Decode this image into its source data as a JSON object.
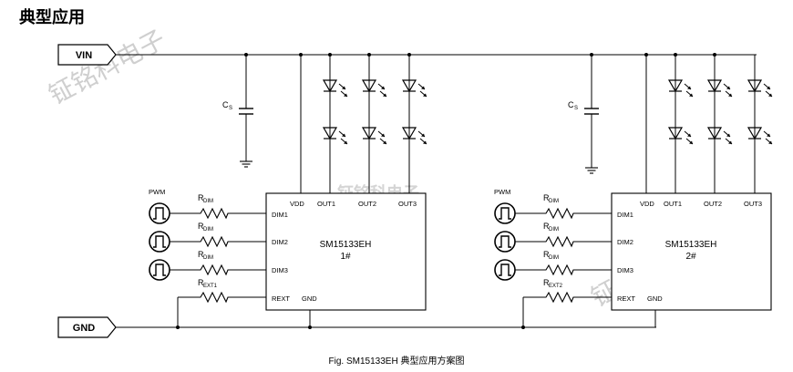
{
  "title": "典型应用",
  "caption": "Fig. SM15133EH 典型应用方案图",
  "rails": {
    "vin": "VIN",
    "gnd": "GND"
  },
  "watermark": "钲铭科电子",
  "circuit_left": {
    "cap_label": "C",
    "cap_sub": "S",
    "pwm_label": "PWM",
    "resistors": [
      {
        "main": "R",
        "sub": "DIM"
      },
      {
        "main": "R",
        "sub": "DIM"
      },
      {
        "main": "R",
        "sub": "DIM"
      },
      {
        "main": "R",
        "sub": "EXT1"
      }
    ],
    "chip": {
      "name": "SM15133EH",
      "index": "1#",
      "pins": [
        "VDD",
        "OUT1",
        "OUT2",
        "OUT3",
        "DIM1",
        "DIM2",
        "DIM3",
        "REXT",
        "GND"
      ]
    }
  },
  "circuit_right": {
    "cap_label": "C",
    "cap_sub": "S",
    "pwm_label": "PWM",
    "resistors": [
      {
        "main": "R",
        "sub": "DIM"
      },
      {
        "main": "R",
        "sub": "DIM"
      },
      {
        "main": "R",
        "sub": "DIM"
      },
      {
        "main": "R",
        "sub": "EXT2"
      }
    ],
    "chip": {
      "name": "SM15133EH",
      "index": "2#",
      "pins": [
        "VDD",
        "OUT1",
        "OUT2",
        "OUT3",
        "DIM1",
        "DIM2",
        "DIM3",
        "REXT",
        "GND"
      ]
    }
  }
}
